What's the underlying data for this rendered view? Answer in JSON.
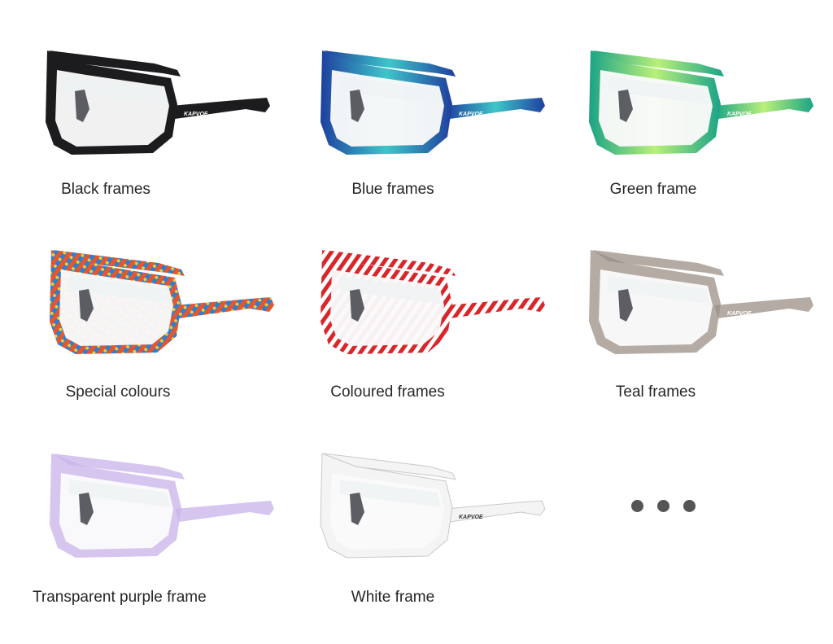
{
  "products": [
    {
      "label": "Black frames",
      "frame_color": "#1c1c1f",
      "accent": "#3a3a40",
      "pattern": "solid",
      "brand": "KAPVOE"
    },
    {
      "label": "Blue frames",
      "frame_color": "#1f3f9e",
      "accent": "#3ec6c9",
      "pattern": "gradient",
      "brand": "KAPVOE"
    },
    {
      "label": "Green frame",
      "frame_color": "#1aa386",
      "accent": "#b9f07a",
      "pattern": "gradient",
      "brand": "KAPVOE"
    },
    {
      "label": "Special colours",
      "frame_color": "#e8552c",
      "accent": "#2c7fd1",
      "pattern": "graffiti",
      "brand": ""
    },
    {
      "label": "Coloured frames",
      "frame_color": "#d8262b",
      "accent": "#ffffff",
      "pattern": "stripes",
      "brand": ""
    },
    {
      "label": "Teal frames",
      "frame_color": "#9a8f86",
      "accent": "#2a2a2a",
      "pattern": "translucent",
      "brand": "KAPVOE"
    },
    {
      "label": "Transparent purple frame",
      "frame_color": "#c9b3ea",
      "accent": "#e4d8f6",
      "pattern": "translucent",
      "brand": ""
    },
    {
      "label": "White frame",
      "frame_color": "#f4f4f4",
      "accent": "#d8d8d8",
      "pattern": "solid",
      "brand": "KAPVOE"
    }
  ],
  "more_indicator": "more-dots-icon"
}
